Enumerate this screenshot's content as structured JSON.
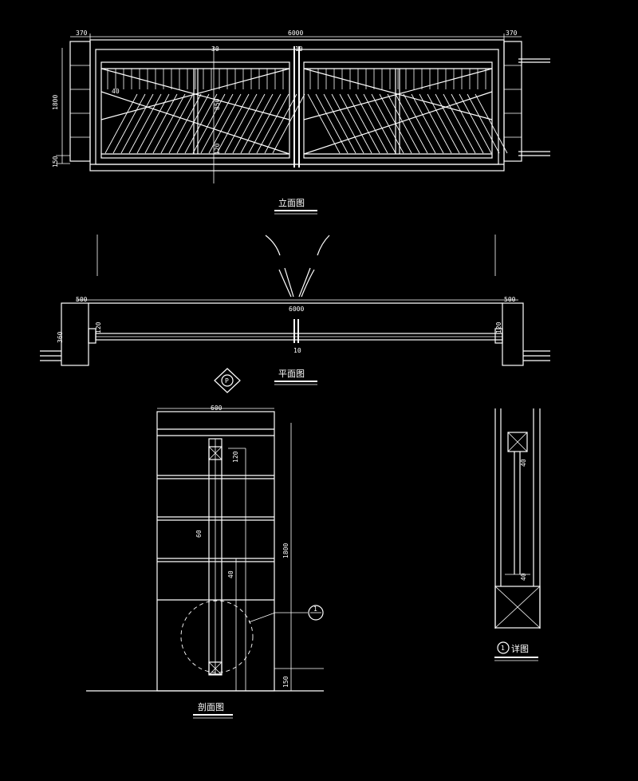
{
  "drawing": {
    "elevation": {
      "title": "立面图",
      "dims": {
        "total_width": "6000",
        "pier_width_left": "370",
        "pier_width_right": "370",
        "height": "1800",
        "base": "150",
        "gap": "10",
        "top_bar": "30",
        "leaf_label": "850",
        "post_label": "120",
        "side_label": "40"
      }
    },
    "plan": {
      "title": "平面图",
      "dims": {
        "total_width": "6000",
        "pier_left": "500",
        "pier_right": "500",
        "depth": "360",
        "gap": "10",
        "post": "120"
      },
      "symbol": "P"
    },
    "section": {
      "title": "剖面图",
      "dims": {
        "width": "600",
        "height": "1800",
        "base": "150",
        "post": "120",
        "bar": "60",
        "rail": "40"
      },
      "detail_callout": "1"
    },
    "detail": {
      "title": "详图",
      "callout": "1",
      "dims": {
        "top": "40",
        "bottom": "40"
      }
    }
  }
}
